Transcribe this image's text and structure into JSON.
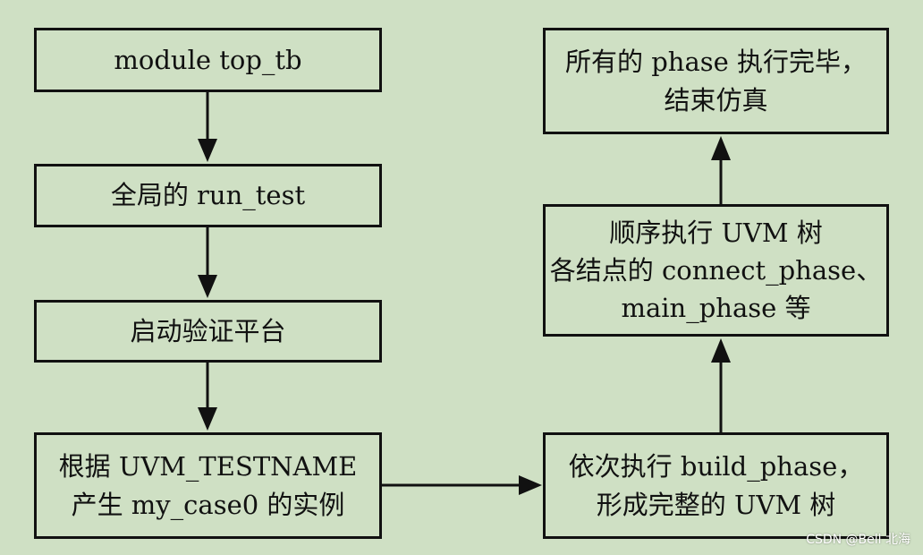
{
  "nodes": {
    "module_top_tb": "module top_tb",
    "run_test": "全局的 run_test",
    "start_platform": "启动验证平台",
    "create_case": "根据 UVM_TESTNAME\n产生 my_case0 的实例",
    "build_phase": "依次执行 build_phase，\n形成完整的 UVM 树",
    "run_phases": "顺序执行 UVM 树\n各结点的 connect_phase、\nmain_phase 等",
    "finish": "所有的 phase 执行完毕，\n结束仿真"
  },
  "watermark": "CSDN @Bell   北海",
  "colors": {
    "background": "#cfe0c4",
    "stroke": "#111111"
  }
}
